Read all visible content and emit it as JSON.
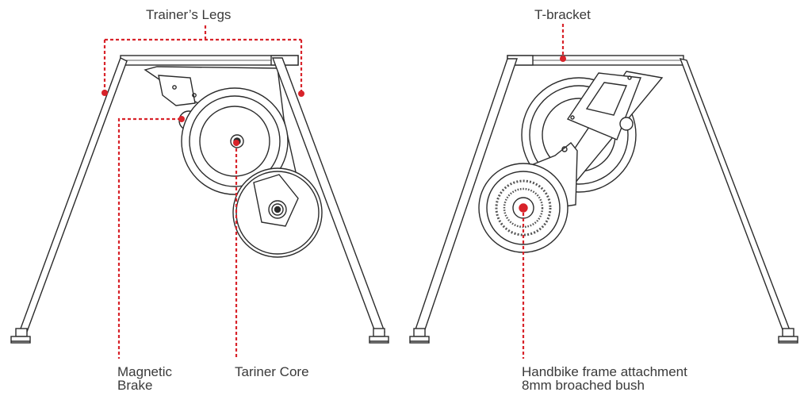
{
  "labels": {
    "trainers_legs": "Trainer’s Legs",
    "t_bracket": "T-bracket",
    "magnetic_brake_line1": "Magnetic",
    "magnetic_brake_line2": "Brake",
    "trainer_core": "Tariner Core",
    "handbike_line1": "Handbike frame attachment",
    "handbike_line2": "8mm broached bush"
  },
  "colors": {
    "callout": "#d8232a",
    "line": "#2b2b2b",
    "text": "#3a3a3a",
    "background": "#ffffff"
  }
}
